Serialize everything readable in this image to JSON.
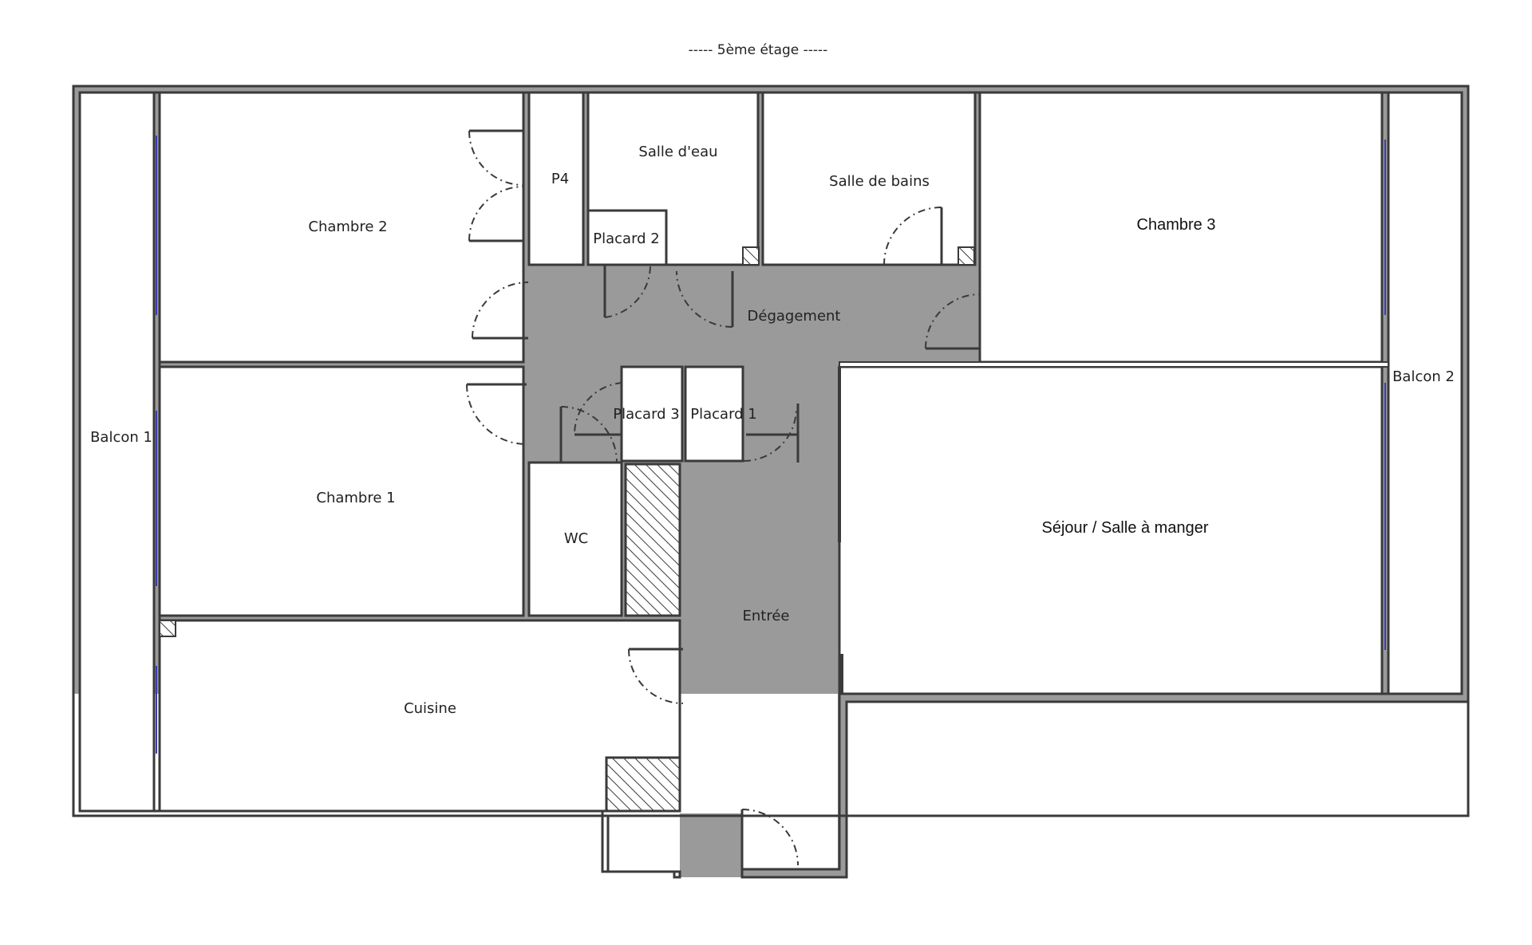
{
  "title": "----- 5ème étage -----",
  "rooms": {
    "balcon_1": "Balcon 1",
    "balcon_2": "Balcon 2",
    "chambre_1": "Chambre 1",
    "chambre_2": "Chambre 2",
    "chambre_3": "Chambre 3",
    "p4": "P4",
    "salle_deau": "Salle d'eau",
    "salle_de_bains": "Salle de bains",
    "placard_1": "Placard 1",
    "placard_2": "Placard 2",
    "placard_3": "Placard 3",
    "degagement": "Dégagement",
    "wc": "WC",
    "entree": "Entrée",
    "cuisine": "Cuisine",
    "sejour": "Séjour / Salle à manger"
  }
}
